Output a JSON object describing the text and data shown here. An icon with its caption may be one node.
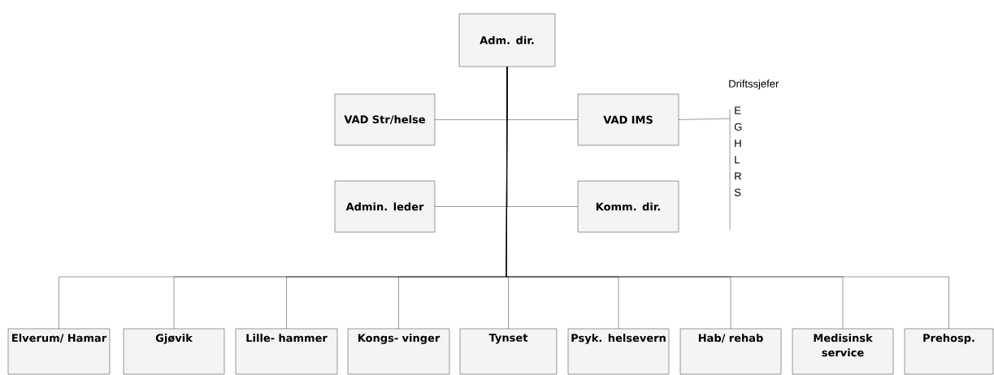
{
  "diagram": {
    "nodes": [
      {
        "text": [
          "Adm. dir."
        ]
      },
      {
        "text": [
          "VAD Str/helse"
        ]
      },
      {
        "text": [
          "VAD IMS"
        ]
      },
      {
        "text": [
          "Admin. leder"
        ]
      },
      {
        "text": [
          "Komm. dir."
        ]
      },
      {
        "text": [
          "Elverum/ Hamar"
        ]
      },
      {
        "text": [
          "Gjøvik"
        ]
      },
      {
        "text": [
          "Lille- hammer"
        ]
      },
      {
        "text": [
          "Kongs- vinger"
        ]
      },
      {
        "text": [
          "Tynset"
        ]
      },
      {
        "text": [
          "Psyk. helsevern"
        ]
      },
      {
        "text": [
          "Hab/ rehab"
        ]
      },
      {
        "text": [
          "Medisinsk service"
        ]
      },
      {
        "text": [
          "Prehosp."
        ]
      },
      {
        "text": [
          "Driftssjefer",
          "E G H L R S"
        ]
      }
    ],
    "edges": [
      {
        "from": 0,
        "to": 1,
        "arrow": "none"
      },
      {
        "from": 0,
        "to": 2,
        "arrow": "none"
      },
      {
        "from": 0,
        "to": 3,
        "arrow": "none"
      },
      {
        "from": 0,
        "to": 4,
        "arrow": "none"
      },
      {
        "from": 0,
        "to": 5,
        "arrow": "none"
      },
      {
        "from": 0,
        "to": 6,
        "arrow": "none"
      },
      {
        "from": 0,
        "to": 7,
        "arrow": "none"
      },
      {
        "from": 0,
        "to": 8,
        "arrow": "none"
      },
      {
        "from": 0,
        "to": 9,
        "arrow": "none"
      },
      {
        "from": 0,
        "to": 10,
        "arrow": "none"
      },
      {
        "from": 0,
        "to": 11,
        "arrow": "none"
      },
      {
        "from": 0,
        "to": 12,
        "arrow": "none"
      },
      {
        "from": 0,
        "to": 13,
        "arrow": "none"
      },
      {
        "from": 2,
        "to": 14,
        "arrow": "none"
      }
    ]
  }
}
